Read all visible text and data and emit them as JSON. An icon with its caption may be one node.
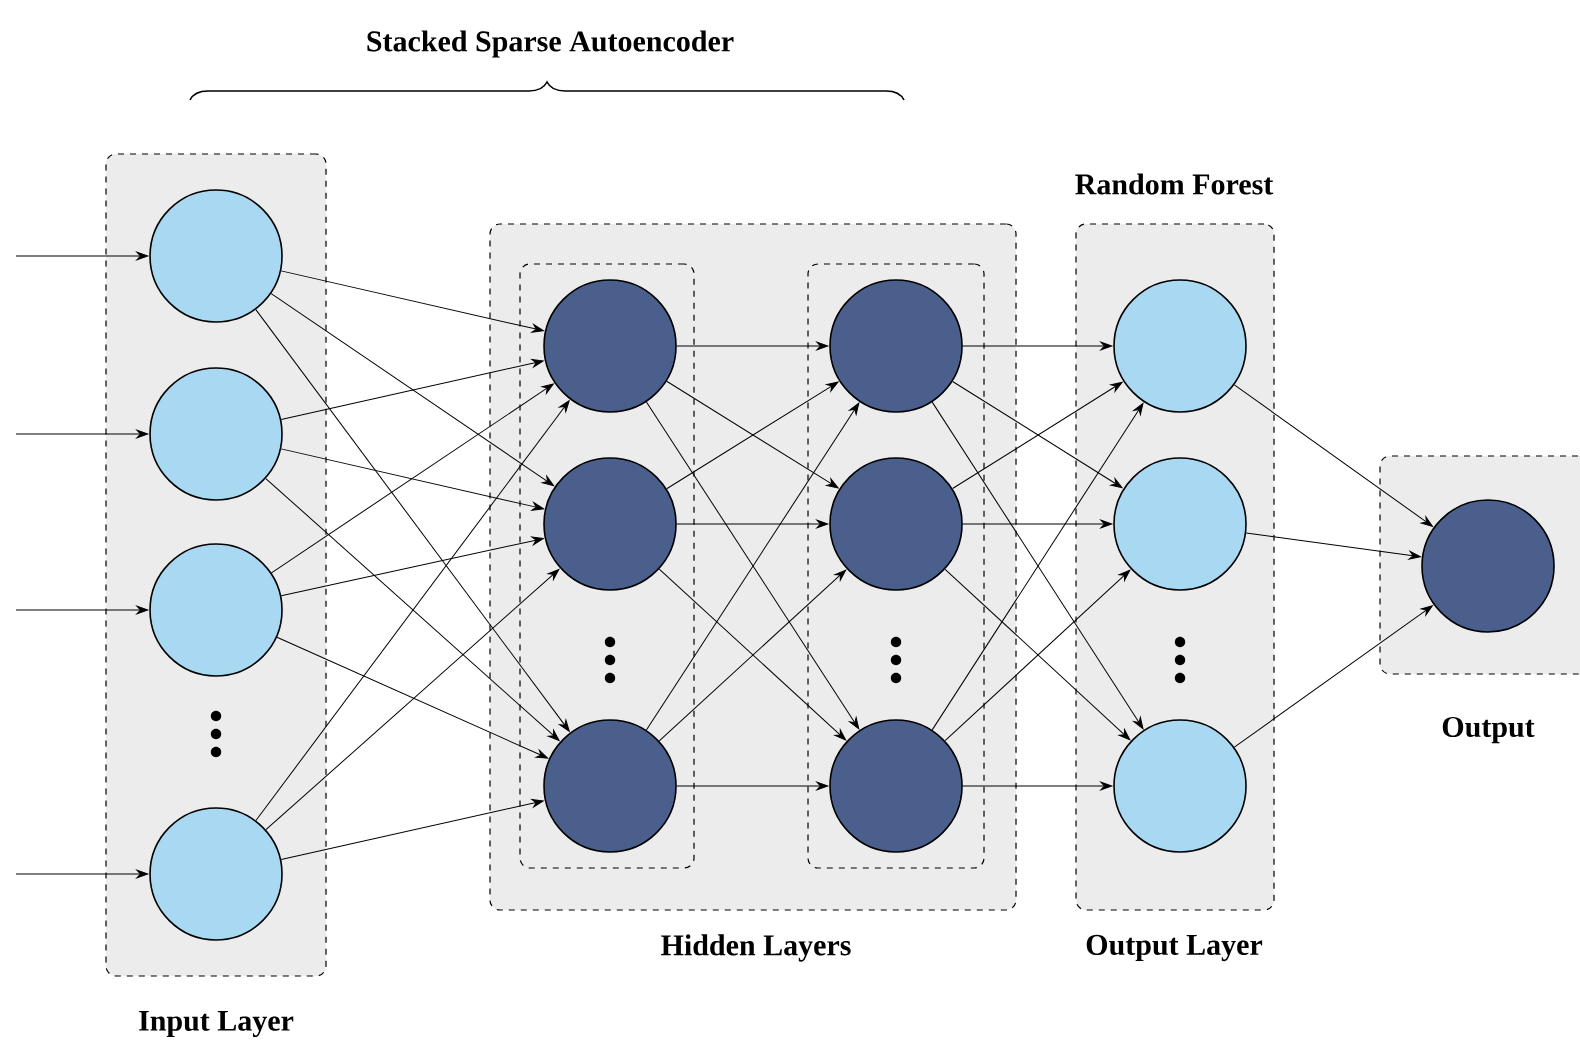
{
  "diagram": {
    "nodes": [
      {
        "text": [
          "Input Layer"
        ]
      },
      {
        "text": [],
        "shape": "circle",
        "in": 0
      },
      {
        "text": [],
        "shape": "circle",
        "in": 0
      },
      {
        "text": [],
        "shape": "circle",
        "in": 0
      },
      {
        "text": [],
        "shape": "circle",
        "in": 0
      },
      {
        "text": [
          "Hidden Layers"
        ]
      },
      {
        "text": [],
        "shape": "box",
        "in": 5
      },
      {
        "text": [],
        "shape": "circle",
        "in": 6
      },
      {
        "text": [],
        "shape": "circle",
        "in": 6
      },
      {
        "text": [],
        "shape": "circle",
        "in": 6
      },
      {
        "text": [],
        "shape": "box",
        "in": 5
      },
      {
        "text": [],
        "shape": "circle",
        "in": 10
      },
      {
        "text": [],
        "shape": "circle",
        "in": 10
      },
      {
        "text": [],
        "shape": "circle",
        "in": 10
      },
      {
        "text": [
          "Random Forest",
          "Output Layer"
        ]
      },
      {
        "text": [],
        "shape": "circle",
        "in": 14
      },
      {
        "text": [],
        "shape": "circle",
        "in": 14
      },
      {
        "text": [],
        "shape": "circle",
        "in": 14
      },
      {
        "text": [
          "Output"
        ]
      },
      {
        "text": [],
        "shape": "circle",
        "in": 18
      }
    ],
    "edges": [
      {
        "from": null,
        "to": 1,
        "arrow": "to"
      },
      {
        "from": null,
        "to": 2,
        "arrow": "to"
      },
      {
        "from": null,
        "to": 3,
        "arrow": "to"
      },
      {
        "from": null,
        "to": 4,
        "arrow": "to"
      },
      {
        "from": 1,
        "to": 7,
        "arrow": "to"
      },
      {
        "from": 1,
        "to": 8,
        "arrow": "to"
      },
      {
        "from": 1,
        "to": 9,
        "arrow": "to"
      },
      {
        "from": 2,
        "to": 7,
        "arrow": "to"
      },
      {
        "from": 2,
        "to": 8,
        "arrow": "to"
      },
      {
        "from": 2,
        "to": 9,
        "arrow": "to"
      },
      {
        "from": 3,
        "to": 7,
        "arrow": "to"
      },
      {
        "from": 3,
        "to": 8,
        "arrow": "to"
      },
      {
        "from": 3,
        "to": 9,
        "arrow": "to"
      },
      {
        "from": 4,
        "to": 7,
        "arrow": "to"
      },
      {
        "from": 4,
        "to": 8,
        "arrow": "to"
      },
      {
        "from": 4,
        "to": 9,
        "arrow": "to"
      },
      {
        "from": 7,
        "to": 11,
        "arrow": "to"
      },
      {
        "from": 7,
        "to": 12,
        "arrow": "to"
      },
      {
        "from": 7,
        "to": 13,
        "arrow": "to"
      },
      {
        "from": 8,
        "to": 11,
        "arrow": "to"
      },
      {
        "from": 8,
        "to": 12,
        "arrow": "to"
      },
      {
        "from": 8,
        "to": 13,
        "arrow": "to"
      },
      {
        "from": 9,
        "to": 11,
        "arrow": "to"
      },
      {
        "from": 9,
        "to": 12,
        "arrow": "to"
      },
      {
        "from": 9,
        "to": 13,
        "arrow": "to"
      },
      {
        "from": 11,
        "to": 15,
        "arrow": "to"
      },
      {
        "from": 11,
        "to": 16,
        "arrow": "to"
      },
      {
        "from": 11,
        "to": 17,
        "arrow": "to"
      },
      {
        "from": 12,
        "to": 15,
        "arrow": "to"
      },
      {
        "from": 12,
        "to": 16,
        "arrow": "to"
      },
      {
        "from": 12,
        "to": 17,
        "arrow": "to"
      },
      {
        "from": 13,
        "to": 15,
        "arrow": "to"
      },
      {
        "from": 13,
        "to": 16,
        "arrow": "to"
      },
      {
        "from": 13,
        "to": 17,
        "arrow": "to"
      },
      {
        "from": 15,
        "to": 19,
        "arrow": "to"
      },
      {
        "from": 16,
        "to": 19,
        "arrow": "to"
      },
      {
        "from": 17,
        "to": 19,
        "arrow": "to"
      }
    ],
    "labels": [
      "Stacked Sparse Autoencoder"
    ]
  }
}
